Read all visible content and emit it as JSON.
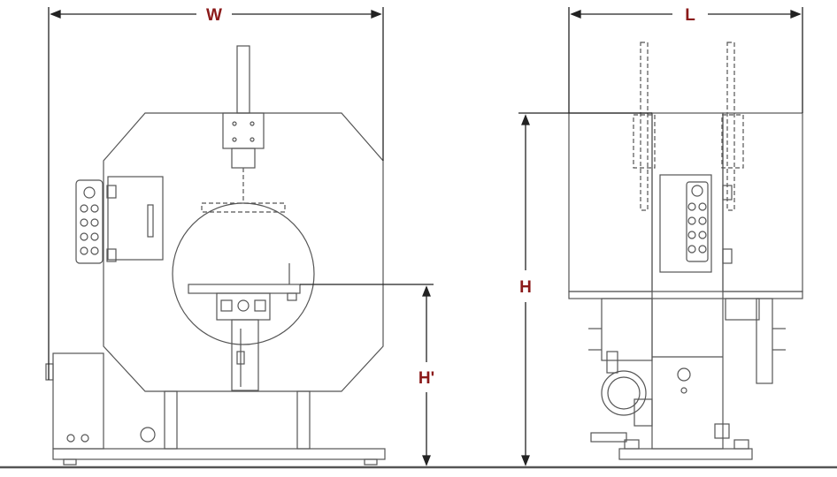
{
  "dimensions": {
    "width_label": "W",
    "length_label": "L",
    "height_label": "H",
    "table_height_label": "H'"
  },
  "colors": {
    "line": "#555555",
    "dim_line": "#222222",
    "label": "#8b1a1a",
    "floor": "#555555",
    "background": "#ffffff"
  }
}
